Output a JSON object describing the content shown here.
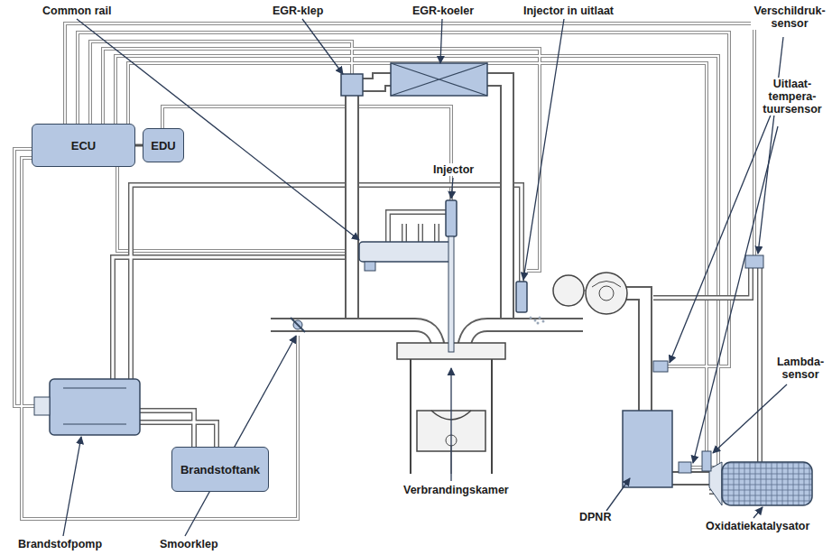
{
  "diagram": {
    "nodes": [
      {
        "text": [
          "ECU"
        ]
      },
      {
        "text": [
          "EDU"
        ]
      },
      {
        "text": [
          "Brandstoftank"
        ]
      }
    ],
    "edges": [
      {
        "from": 0,
        "to": 1,
        "arrow": "none"
      }
    ],
    "labels": [
      "Common rail",
      "EGR-klep",
      "EGR-koeler",
      "Injector in uitlaat",
      "Verschildruk- sensor",
      "Uitlaat- tempera- tuursensor",
      "Injector",
      "Lambda- sensor",
      "Verbrandingskamer",
      "DPNR",
      "Oxidatiekatalysator",
      "Brandstofpomp",
      "Smoorklep"
    ]
  }
}
